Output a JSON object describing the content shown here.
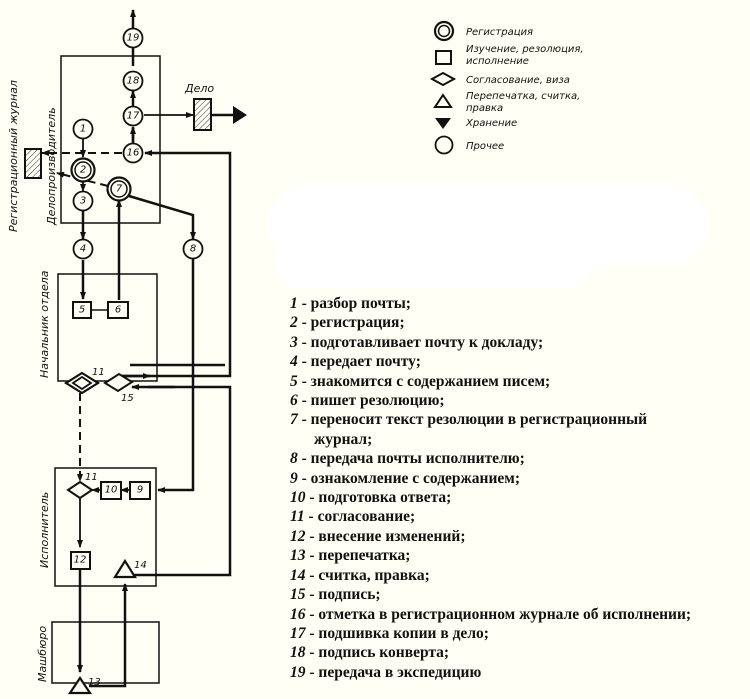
{
  "legend": {
    "items": [
      {
        "icon": "double-circle",
        "label": "Регистрация"
      },
      {
        "icon": "square",
        "label": "Изучение, резолюция,",
        "label2": "исполнение"
      },
      {
        "icon": "diamond",
        "label": "Согласование, виза"
      },
      {
        "icon": "triangle",
        "label": "Перепечатка, считка,",
        "label2": "правка"
      },
      {
        "icon": "filled-triangle-down",
        "label": "Хранение"
      },
      {
        "icon": "circle",
        "label": "Прочее"
      }
    ]
  },
  "lanes": {
    "clerk": "Делопроизводитель",
    "head": "Начальник отдела",
    "executor": "Исполнитель",
    "typing": "Машбюро"
  },
  "external": {
    "journal": "Регистрационный журнал",
    "file": "Дело"
  },
  "nodes": {
    "n1": "1",
    "n2": "2",
    "n3": "3",
    "n4": "4",
    "n5": "5",
    "n6": "6",
    "n7": "7",
    "n8": "8",
    "n9": "9",
    "n10": "10",
    "n11a": "11",
    "n11b": "11",
    "n12": "12",
    "n13": "13",
    "n14": "14",
    "n15": "15",
    "n16": "16",
    "n17": "17",
    "n18": "18",
    "n19": "19"
  },
  "steps": [
    {
      "num": "1",
      "text": "разбор почты;"
    },
    {
      "num": "2",
      "text": "регистрация;"
    },
    {
      "num": "3",
      "text": "подготавливает почту к докладу;"
    },
    {
      "num": "4",
      "text": "передает почту;"
    },
    {
      "num": "5",
      "text": "знакомится с содержанием писем;"
    },
    {
      "num": "6",
      "text": "пишет резолюцию;"
    },
    {
      "num": "7",
      "text": "переносит текст резолюции в регистрационный",
      "cont": "журнал;"
    },
    {
      "num": "8",
      "text": "передача почты исполнителю;"
    },
    {
      "num": "9",
      "text": "ознакомление с содержанием;"
    },
    {
      "num": "10",
      "text": "подготовка ответа;"
    },
    {
      "num": "11",
      "text": "согласование;"
    },
    {
      "num": "12",
      "text": "внесение изменений;"
    },
    {
      "num": "13",
      "text": "перепечатка;"
    },
    {
      "num": "14",
      "text": "считка, правка;"
    },
    {
      "num": "15",
      "text": "подпись;"
    },
    {
      "num": "16",
      "text": "отметка в регистрационном журнале об исполнении;"
    },
    {
      "num": "17",
      "text": "подшивка копии в дело;"
    },
    {
      "num": "18",
      "text": "подпись конверта;"
    },
    {
      "num": "19",
      "text": "передача в экспедицию"
    }
  ]
}
